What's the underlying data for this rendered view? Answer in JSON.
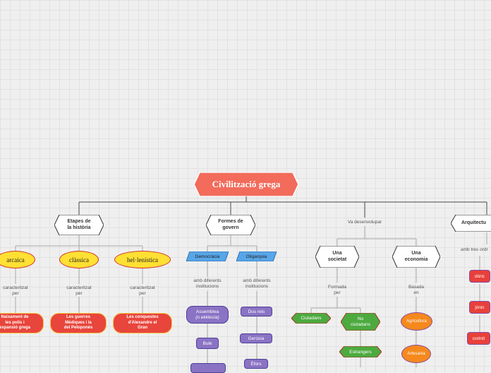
{
  "colors": {
    "root": "#f26b5b",
    "ellipse": "#ffe033",
    "red_box": "#e8453c",
    "blue": "#58a6e8",
    "purple": "#8a73c4",
    "green": "#4caa3f",
    "orange": "#f5891d",
    "red_tag": "#e8403a"
  },
  "root": {
    "title": "Civilització grega"
  },
  "branches": {
    "etapes": {
      "label": "Etapes de\nla història",
      "periods": [
        {
          "name": "arcaica",
          "connector": "caracteritzat\nper",
          "feature": "Naixament de\nles polis i\nexpansió grega"
        },
        {
          "name": "clàssica",
          "connector": "caracteritzat\nper",
          "feature": "Les guerres\nMèdiques i la\ndel Peloponès"
        },
        {
          "name": "hel·lenística",
          "connector": "caracteritzat\nper",
          "feature": "Les conquestes\nd'Alexandre el\nGran"
        }
      ]
    },
    "formes": {
      "label": "Formes de\ngovern",
      "democracia": {
        "label": "Democràcia",
        "connector": "amb diferents\ninstitucions",
        "assemblea_line1": "Assemblea",
        "assemblea_line2": "(o ekklesía)",
        "boule": "Bulé"
      },
      "oligarquia": {
        "label": "Oligarquia",
        "connector": "amb diferents\ninstitucions",
        "items": [
          "Dos reis",
          "Gerúsia",
          "Èfors"
        ]
      }
    },
    "desenvolupar": {
      "label": "Va desenvolupar",
      "societat": {
        "label": "Una\nsocietat",
        "connector": "Formada\nper",
        "items": [
          "Ciutadans",
          "No\nciutadans",
          "Estrangers"
        ]
      },
      "economia": {
        "label": "Una\neconomia",
        "connector": "Basada\nen",
        "items": [
          "Agricultura",
          "Artesania"
        ]
      }
    },
    "arquitectura": {
      "label": "Arquitectu",
      "connector": "amb tres ordr",
      "orders": [
        "dòric",
        "jònic",
        "corinti"
      ]
    }
  }
}
